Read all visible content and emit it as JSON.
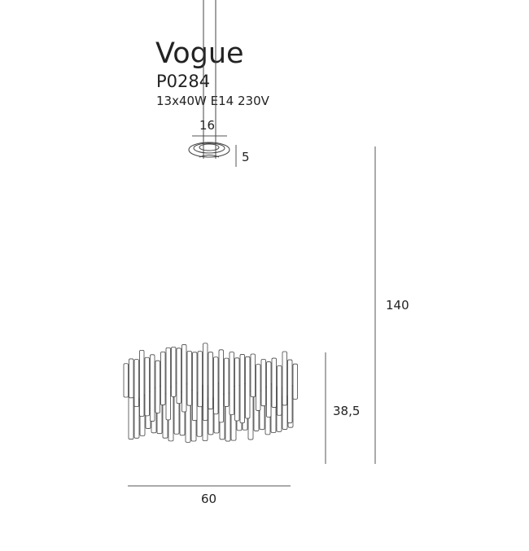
{
  "product": {
    "name": "Vogue",
    "code": "P0284",
    "spec": "13x40W  E14  230V"
  },
  "dimensions": {
    "canopy_diameter": "16",
    "canopy_height": "5",
    "total_height": "140",
    "body_height": "38,5",
    "body_diameter": "60"
  },
  "colors": {
    "line": "#333333",
    "dim_line": "#555555"
  }
}
